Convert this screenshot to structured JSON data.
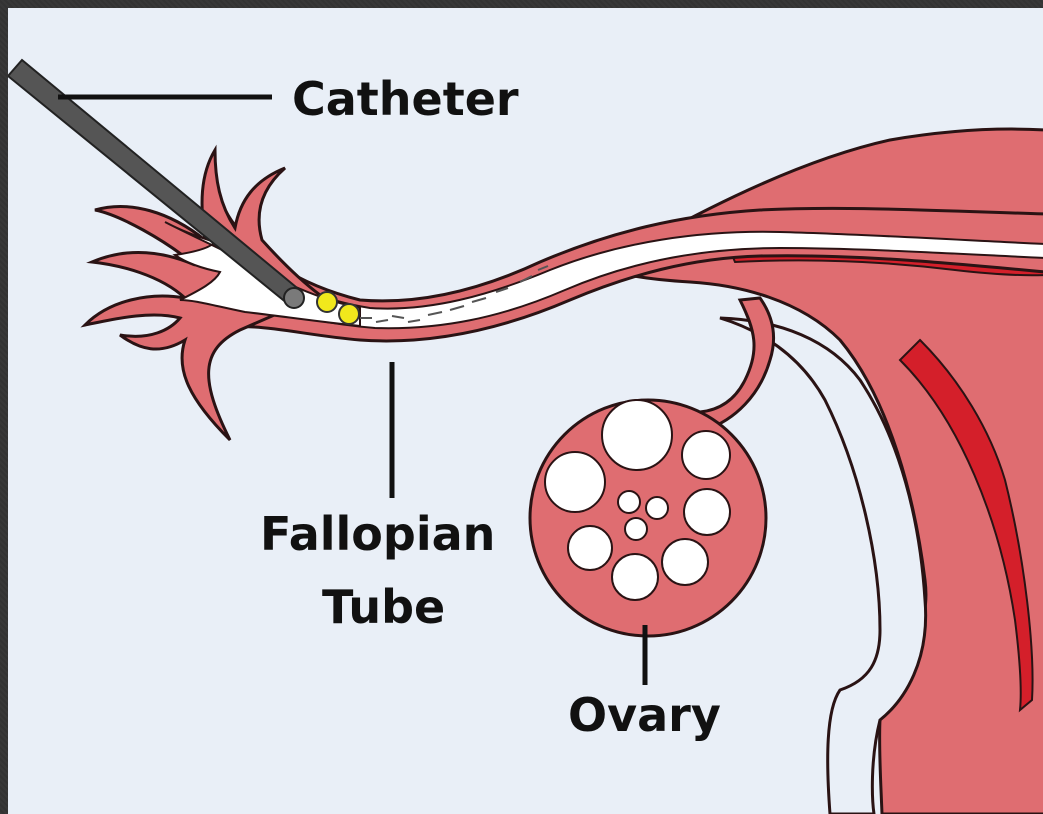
{
  "labels": {
    "catheter": "Catheter",
    "fallopian_line1": "Fallopian",
    "fallopian_line2": "Tube",
    "ovary": "Ovary"
  },
  "colors": {
    "background": "#e9eff7",
    "tissue": "#df6d71",
    "tissue_dark": "#d41f2a",
    "outline": "#2a1314",
    "lumen": "#ffffff",
    "catheter": "#555555",
    "implant": "#f1e81c",
    "leader_line": "#111111"
  }
}
